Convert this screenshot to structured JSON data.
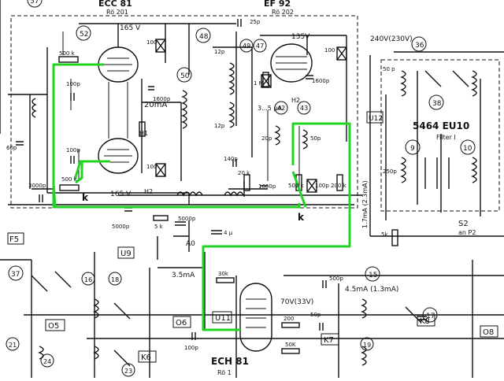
{
  "tubes": {
    "ecc81_top": "ECC 81",
    "ecc81_ref": "Rö 201",
    "ef92_top": "EF 92",
    "ef92_ref": "Rö 202",
    "ech81": "ECH 81",
    "ech81_ref": "Rö 1"
  },
  "voltages": {
    "v165_top": "165 V",
    "v165_bot": "165 V",
    "v135": "135V",
    "v240": "240V(230V)",
    "v70": "70V(33V)"
  },
  "currents": {
    "i20": "20mA",
    "i3u": "3...5 µA",
    "i17": "1.7mA (2.3mA)",
    "i35": "3.5mA",
    "i45": "4.5mA (1.3mA)"
  },
  "components": {
    "r500k_a": "500 k",
    "c100p_a": "100p",
    "c100p_b": "100p",
    "r500k_b": "500 k",
    "c3000p": "3000p",
    "c5000p_a": "5000p",
    "r5k": "5 k",
    "c5000p_b": "5000p",
    "c4u": "4 µ",
    "c25p": "25p",
    "c12p_a": "12p",
    "c12p_b": "12p",
    "r1m": "1 M",
    "c1600p_a": "1600p",
    "c1600p_b": "1600p",
    "c1600p_c": "1600p",
    "c140p": "140p",
    "r20k": "20 k",
    "r500k_c": "500 k",
    "c100p_c": "100p",
    "r200k": "200 k",
    "c100_a": "100",
    "c100_b": "100",
    "c100_c": "100",
    "c50p_a": "50 p",
    "c50p_b": "50p",
    "c20p": "20p",
    "r30k": "30k",
    "c500p": "500p",
    "r200": "200",
    "c50p_c": "50p",
    "r50k": "50K",
    "c100p_d": "100p",
    "r5k_b": "5k",
    "c250p": "250p",
    "c60p": "60p"
  },
  "markers": {
    "n52": "52",
    "n57": "57",
    "n48": "48",
    "n49": "49",
    "n47": "47",
    "n50": "50",
    "n42": "42",
    "n43": "43",
    "n37": "37",
    "n16": "16",
    "n18": "18",
    "n15": "15",
    "n17": "17",
    "n19": "19",
    "n21": "21",
    "n24": "24",
    "n23": "23",
    "n38": "38",
    "n9": "9",
    "n10": "10",
    "n36": "36",
    "f5": "F5",
    "u9": "U9",
    "u11": "U11",
    "u12": "U12",
    "o5": "O5",
    "o6": "O6",
    "o8": "O8",
    "k6": "K6",
    "k7": "K7",
    "k8": "K8",
    "s2": "S2",
    "anp2": "an P2",
    "h1": "H1",
    "h2": "H2",
    "h2b": "H2",
    "a0": "A0",
    "k_a": "k",
    "k_b": "k"
  },
  "module": {
    "title": "5464 EU10",
    "subtitle": "Filter I"
  },
  "colors": {
    "ink": "#111111",
    "highlight": "#22d422",
    "paper": "#ffffff"
  }
}
